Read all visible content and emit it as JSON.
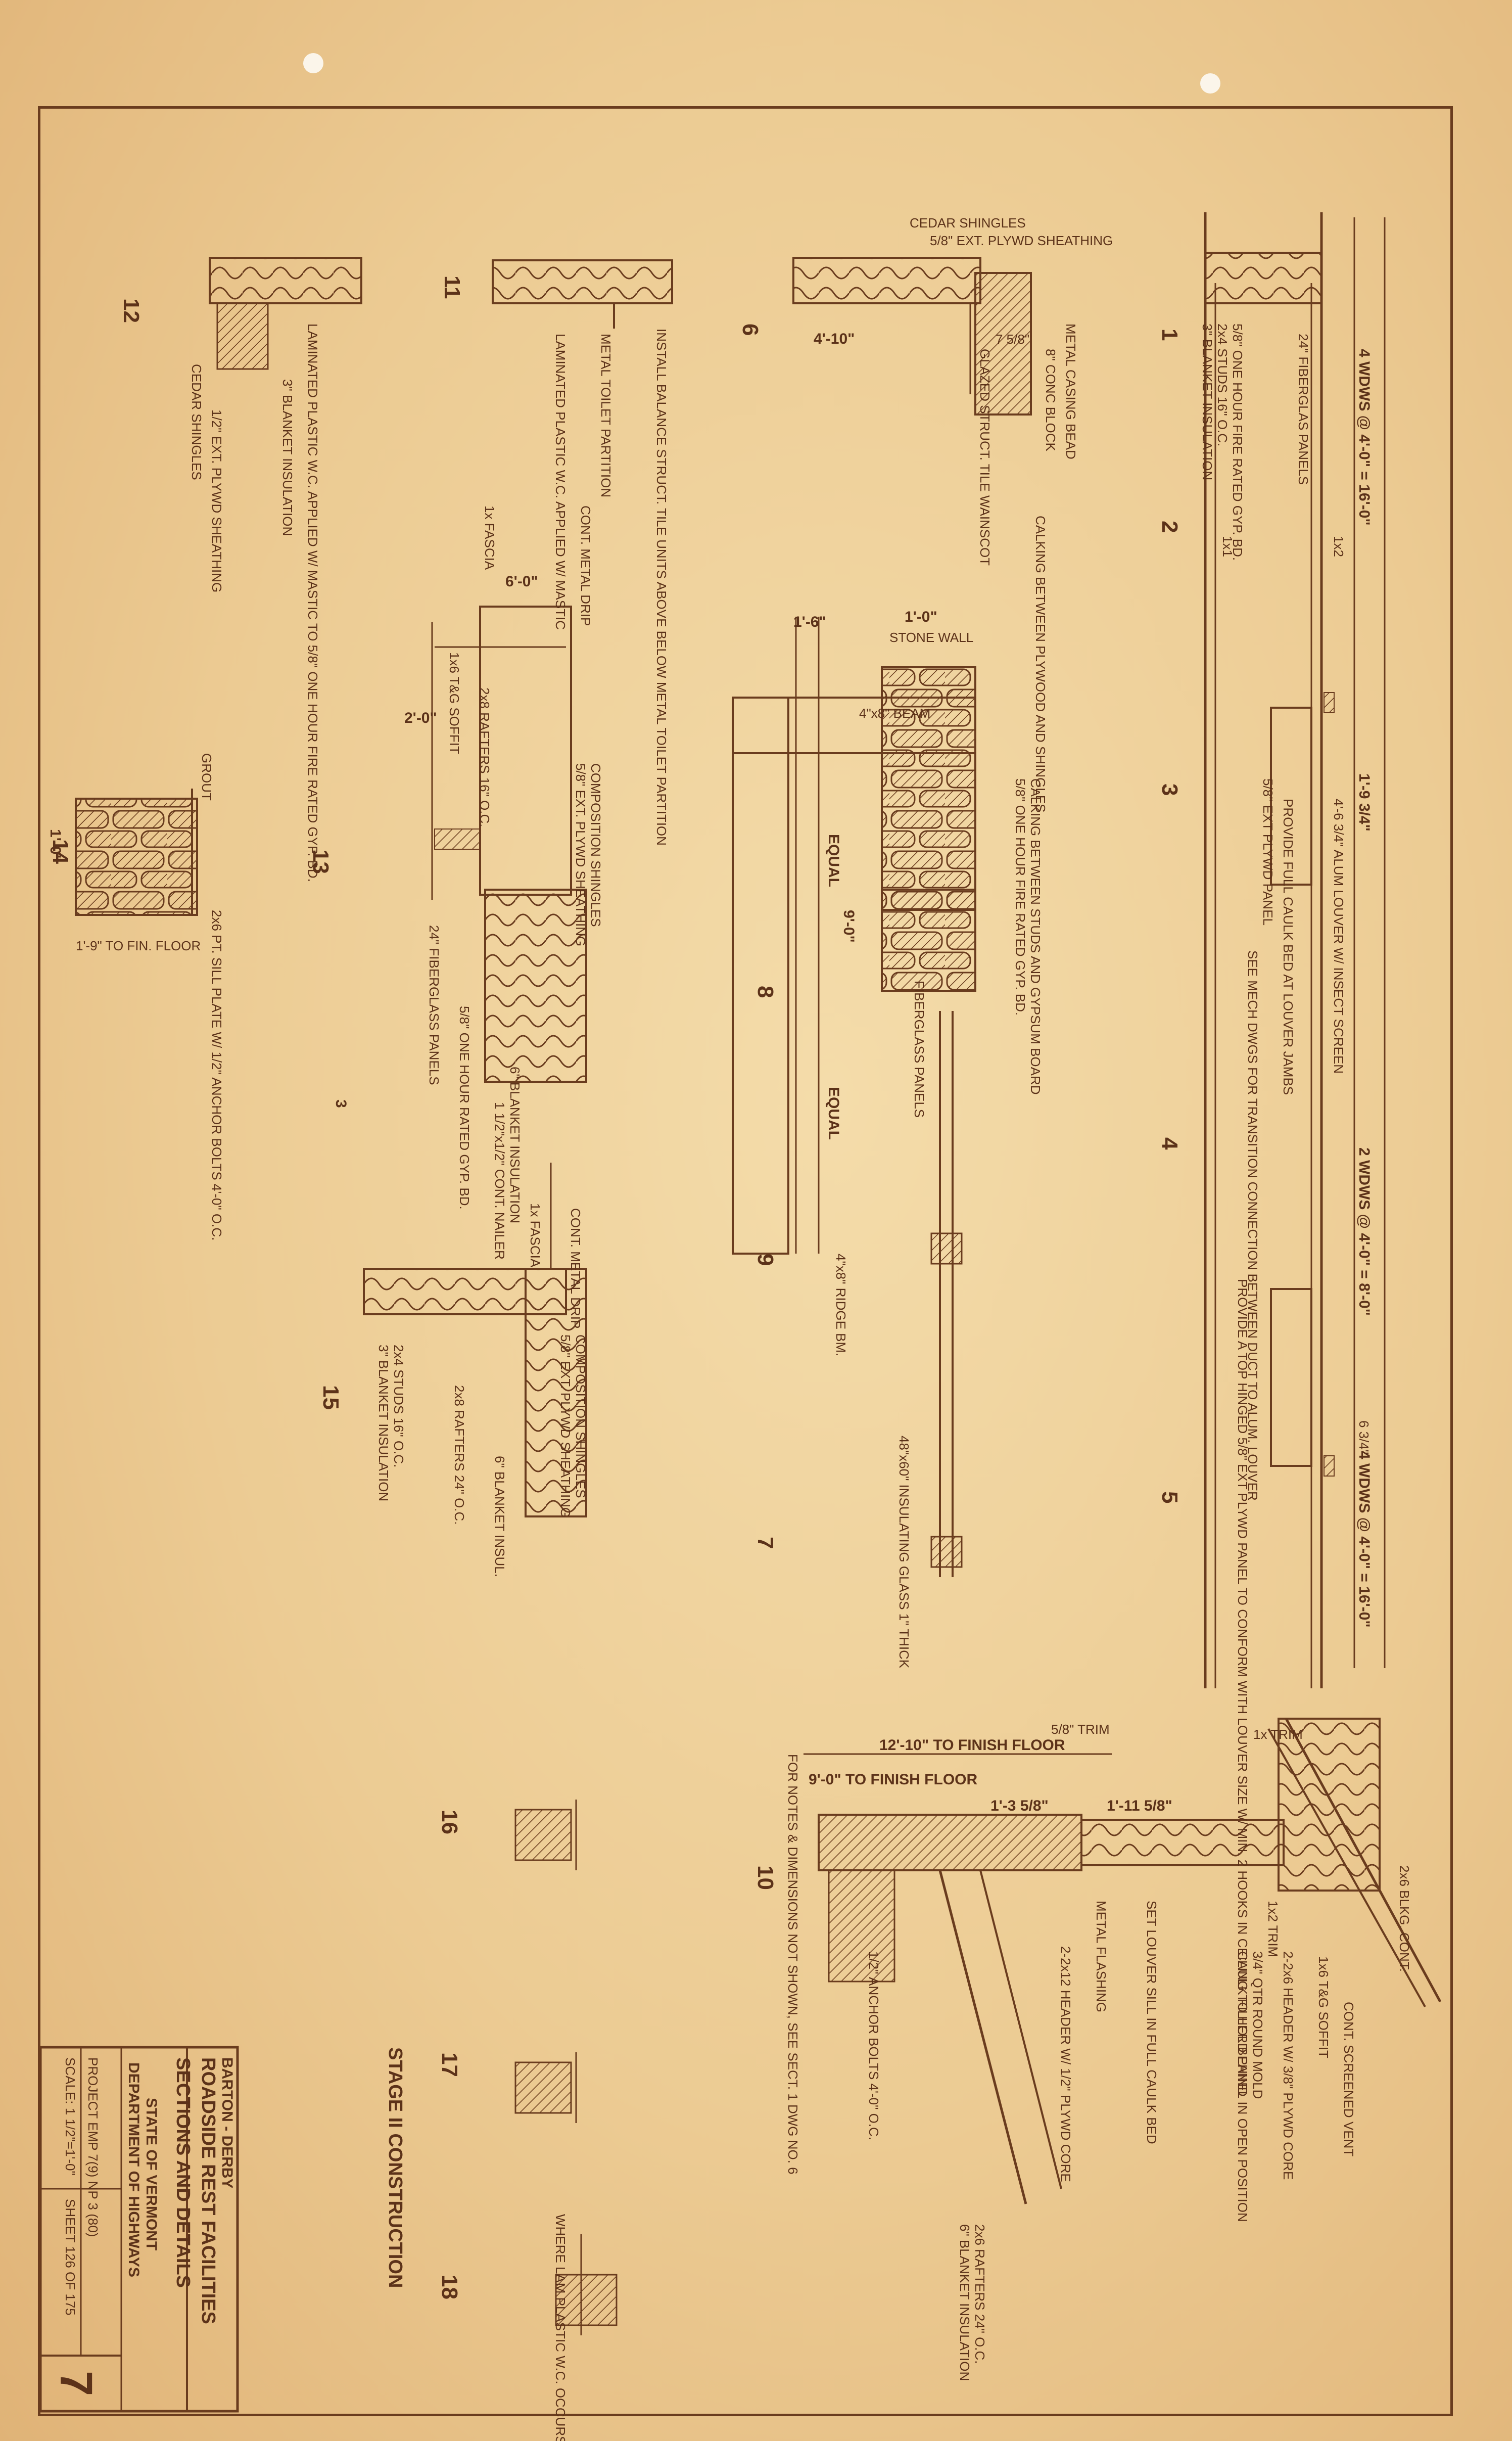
{
  "title_block": {
    "location": "BARTON - DERBY",
    "project_title": "ROADSIDE REST FACILITIES",
    "sheet_title": "SECTIONS AND DETAILS",
    "agency_line1": "STATE OF VERMONT",
    "agency_line2": "DEPARTMENT OF HIGHWAYS",
    "project_no": "PROJECT EMP 7(9) NP 3 (80)",
    "scale": "SCALE: 1 1/2\"=1'-0\"",
    "sheet": "SHEET 126 OF 175",
    "sheet_number": "7"
  },
  "stage_note": "STAGE II CONSTRUCTION",
  "section_numbers": [
    "1",
    "2",
    "3",
    "4",
    "5",
    "6",
    "7",
    "8",
    "9",
    "10",
    "11",
    "12",
    "13",
    "14",
    "15",
    "16",
    "17",
    "18",
    "3"
  ],
  "dimensions": {
    "d1": "4 WDWS @ 4'-0\" = 16'-0\"",
    "d2": "1'-9 3/4\"",
    "d3": "2 WDWS @ 4'-0\" = 8'-0\"",
    "d4": "4 WDWS @ 4'-0\" = 16'-0\"",
    "d5": "4'-10\"",
    "d6": "1'-6\"",
    "d7": "1'-0\"",
    "d8": "EQUAL",
    "d9": "9'-0\"",
    "d10": "EQUAL",
    "d11": "12'-10\" TO FINISH FLOOR",
    "d12": "9'-0\" TO FINISH FLOOR",
    "d13": "1'-3 5/8\"",
    "d14": "1'-11 5/8\"",
    "d15": "1'-0\"",
    "d16": "1'-9\" TO FIN. FLOOR",
    "d17": "2'-0\"",
    "d18": "6'-0\"",
    "d19": "6 3/4\"",
    "d20": "7 5/8\""
  },
  "notes": {
    "n01": "24\" FIBERGLAS PANELS",
    "n02": "5/8\" ONE HOUR FIRE RATED GYP. BD.",
    "n03": "2x4 STUDS 16\" O.C.",
    "n04": "3\" BLANKET INSULATION",
    "n05": "1x1",
    "n06": "1x2",
    "n07": "PROVIDE FULL CAULK BED AT LOUVER JAMBS",
    "n08": "4'-6 3/4\" ALUM LOUVER W/ INSECT SCREEN",
    "n09": "5/8\" EXT PLYWD PANEL",
    "n10": "SEE MECH DWGS FOR TRANSITION CONNECTION BETWEEN DUCT TO ALUM. LOUVER",
    "n11": "PROVIDE A TOP HINGED 5/8\" EXT PLYWD PANEL TO CONFORM WITH LOUVER SIZE W/ MIN. 2 HOOKS IN CEILING TO HOLD PANEL IN OPEN POSITION",
    "n12": "CEDAR SHINGLES",
    "n13": "5/8\" EXT. PLYWD SHEATHING",
    "n14": "METAL CASING BEAD",
    "n15": "8\" CONC BLOCK",
    "n16": "GLAZED STRUCT. TILE WAINSCOT",
    "n17": "CALKING BETWEEN PLYWOOD AND SHINGLES",
    "n18": "STONE WALL",
    "n19": "4\"x8\" BEAM",
    "n20": "5/8\" ONE HOUR FIRE RATED GYP. BD.",
    "n21": "CALKING BETWEEN STUDS AND GYPSUM BOARD",
    "n22": "FIBERGLASS PANELS",
    "n23": "4\"x8\" RIDGE BM.",
    "n24": "48\"x60\" INSULATING GLASS 1\" THICK",
    "n25": "INSTALL BALANCE STRUCT. TILE UNITS ABOVE BELOW METAL TOILET PARTITION",
    "n26": "METAL TOILET PARTITION",
    "n27": "LAMINATED PLASTIC W.C. APPLIED W/ MASTIC",
    "n28": "1x FASCIA",
    "n29": "CONT. METAL DRIP",
    "n30": "COMPOSITION SHINGLES",
    "n31": "5/8\" EXT. PLYWD SHEATHING",
    "n32": "2x8 RAFTERS 16\" O.C.",
    "n33": "1x6 T&G SOFFIT",
    "n34": "24\" FIBERGLASS PANELS",
    "n35": "5/8\" ONE HOUR RATED GYP. BD.",
    "n36": "6\" BLANKET INSULATION",
    "n37": "1 1/2\"x1/2\" CONT. NAILER",
    "n38": "LAMINATED PLASTIC W.C. APPLIED W/ MASTIC TO 5/8\" ONE HOUR FIRE RATED GYP. BD.",
    "n39": "3\" BLANKET INSULATION",
    "n40": "1/2\" EXT. PLYWD SHEATHING",
    "n41": "CEDAR SHINGLES",
    "n42": "GROUT",
    "n43": "2x6 PT. SILL PLATE W/ 1/2\" ANCHOR BOLTS 4'-0\" O.C.",
    "n44": "2x8 RAFTERS 24\" O.C.",
    "n45": "6\" BLANKET INSUL.",
    "n46": "2x4 STUDS 16\" O.C.",
    "n47": "3\" BLANKET INSULATION",
    "n48": "COMPOSITION SHINGLES",
    "n49": "5/8\" EXT. PLYWD SHEATHING",
    "n50": "CONT. METAL DRIP",
    "n51": "1x FASCIA",
    "n52": "CONT. SCREENED VENT",
    "n53": "1x6 T&G SOFFIT",
    "n54": "2-2x6 HEADER W/ 3/8\" PLYWD CORE",
    "n55": "1x2 TRIM",
    "n56": "3/4\" QTR ROUND MOLD",
    "n57": "CAULK FILLER BEHIND",
    "n58": "SET LOUVER SILL IN FULL CAULK BED",
    "n59": "METAL FLASHING",
    "n60": "2-2x12 HEADER W/ 1/2\" PLYWD CORE",
    "n61": "2x6 RAFTERS 24\" O.C.",
    "n62": "6\" BLANKET INSULATION",
    "n63": "1/2\" ANCHOR BOLTS 4'-0\" O.C.",
    "n64": "FOR NOTES & DIMENSIONS NOT SHOWN, SEE SECT. 1 DWG NO. 6",
    "n65": "2x6 BLKG. CONT.",
    "n66": "1x TRIM",
    "n67": "5/8\" TRIM",
    "n68": "WHERE LAM PLASTIC W.C. OCCURS"
  }
}
